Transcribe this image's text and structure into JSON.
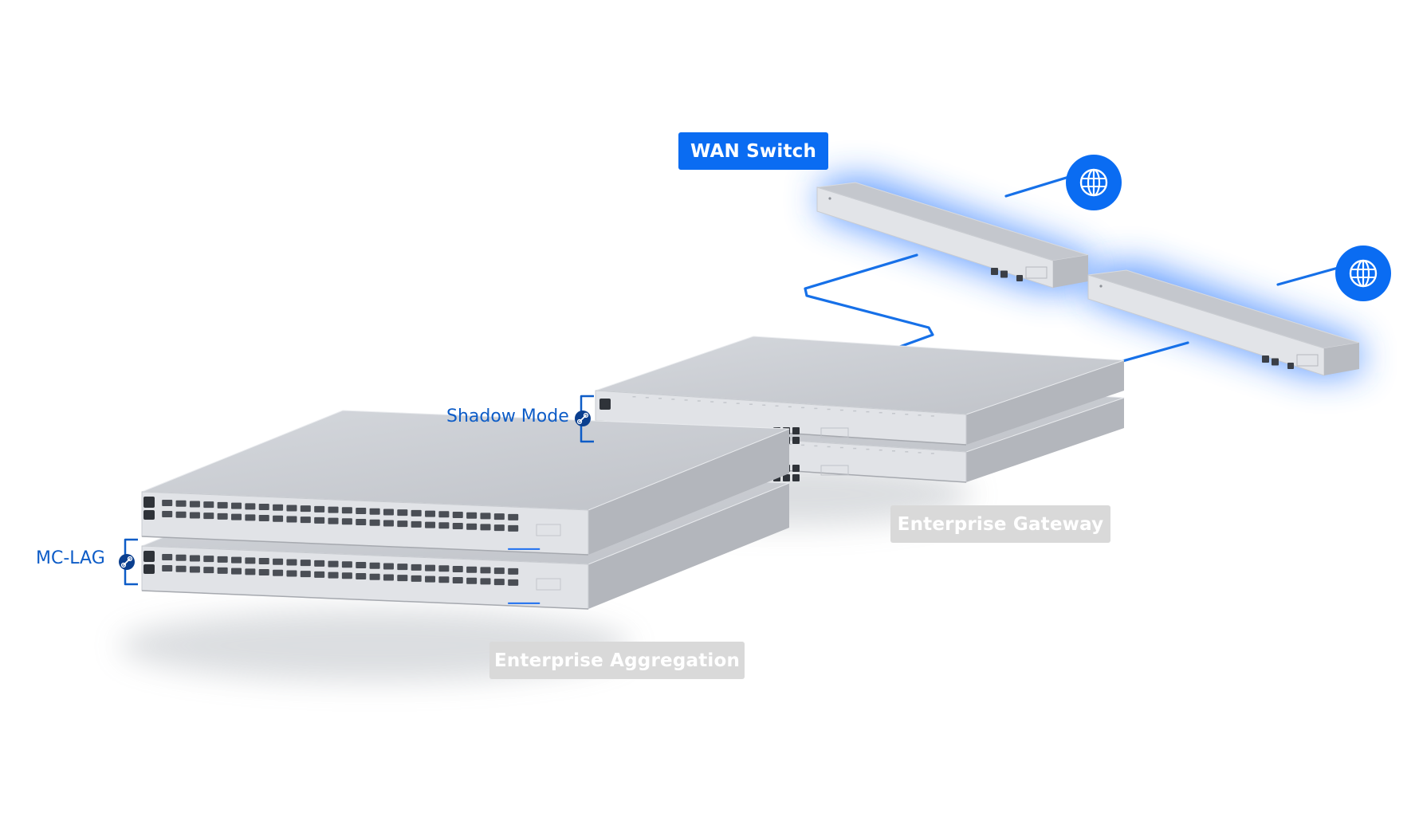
{
  "colors": {
    "accent": "#0a6cf2",
    "link_line": "#1670e8",
    "label_text": "#0d5cc7",
    "tag_grey": "#d9d9d9",
    "device_top": "#c9ccd2",
    "device_front": "#e1e3e7",
    "device_side": "#b3b6bc",
    "glow": "#2d7cff"
  },
  "labels": {
    "wan_switch": "WAN Switch",
    "enterprise_gateway": "Enterprise Gateway",
    "enterprise_aggregation": "Enterprise Aggregation",
    "shadow_mode": "Shadow Mode",
    "mc_lag": "MC-LAG"
  },
  "icons": {
    "internet": "globe-icon",
    "pair_link": "link-icon"
  }
}
